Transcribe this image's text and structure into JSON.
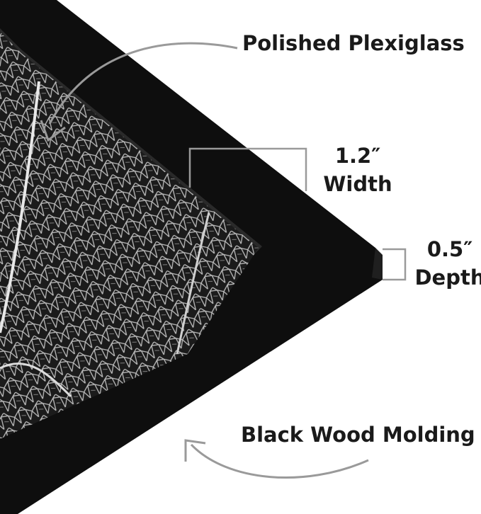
{
  "labels": {
    "plexiglass": "Polished Plexiglass",
    "width_value": "1.2″",
    "width_label": "Width",
    "depth_value": "0.5″",
    "depth_label": "Depth",
    "molding": "Black Wood Molding"
  },
  "colors": {
    "frame": "#0e0e0e",
    "frame_edge": "#1f1f1f",
    "artwork_bg": "#1b1b1b",
    "vein": "#d9d9d9",
    "annotation": "#9a9a9a",
    "text": "#1a1a1a"
  }
}
